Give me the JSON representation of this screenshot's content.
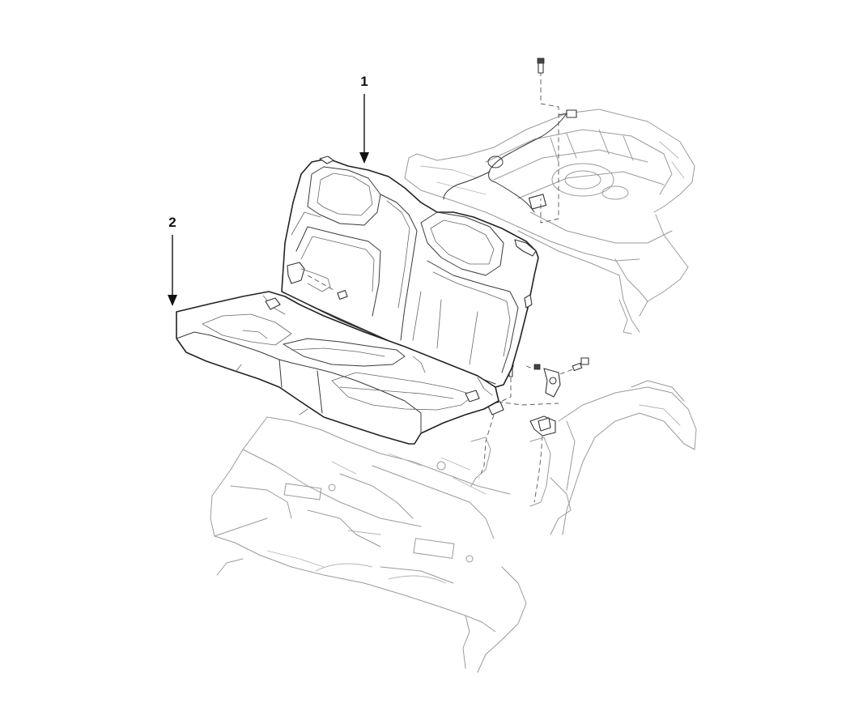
{
  "callouts": [
    {
      "id": "1",
      "label": "1"
    },
    {
      "id": "2",
      "label": "2"
    }
  ],
  "colors": {
    "line": "#222222",
    "ghost_line": "#9a9a9a",
    "background": "#ffffff"
  }
}
